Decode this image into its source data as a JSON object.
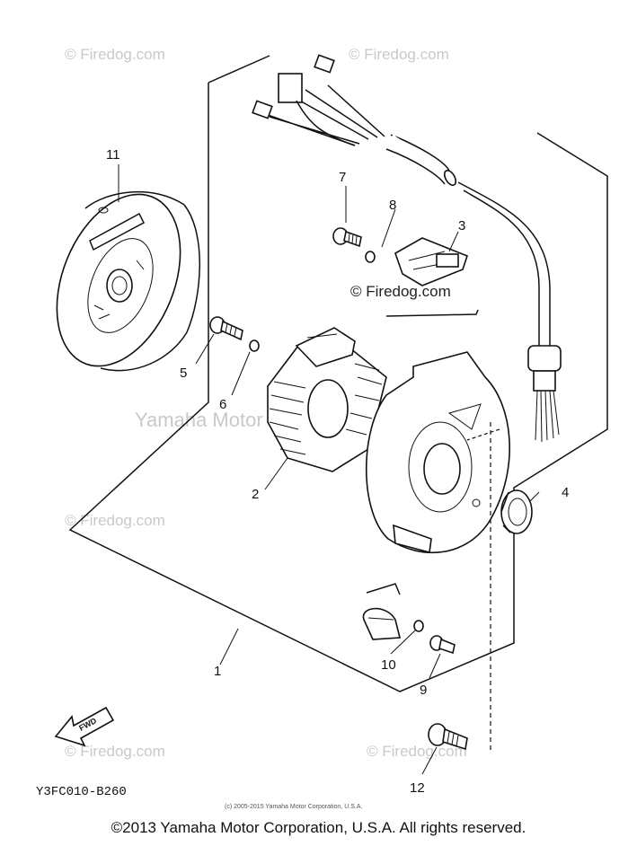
{
  "watermarks": {
    "firedog": "© Firedog.com",
    "yamaha": "Yamaha Motor Corp. U.S.A."
  },
  "callouts": {
    "p1": "1",
    "p2": "2",
    "p3": "3",
    "p4": "4",
    "p5": "5",
    "p6": "6",
    "p7": "7",
    "p8": "8",
    "p9": "9",
    "p10": "10",
    "p11": "11",
    "p12": "12"
  },
  "fwd_label": "FWD",
  "diagram_code": "Y3FC010-B260",
  "small_copyright": "(c) 2005-2015 Yamaha Motor Corporation, U.S.A.",
  "copyright": "©2013 Yamaha Motor Corporation, U.S.A. All rights reserved."
}
